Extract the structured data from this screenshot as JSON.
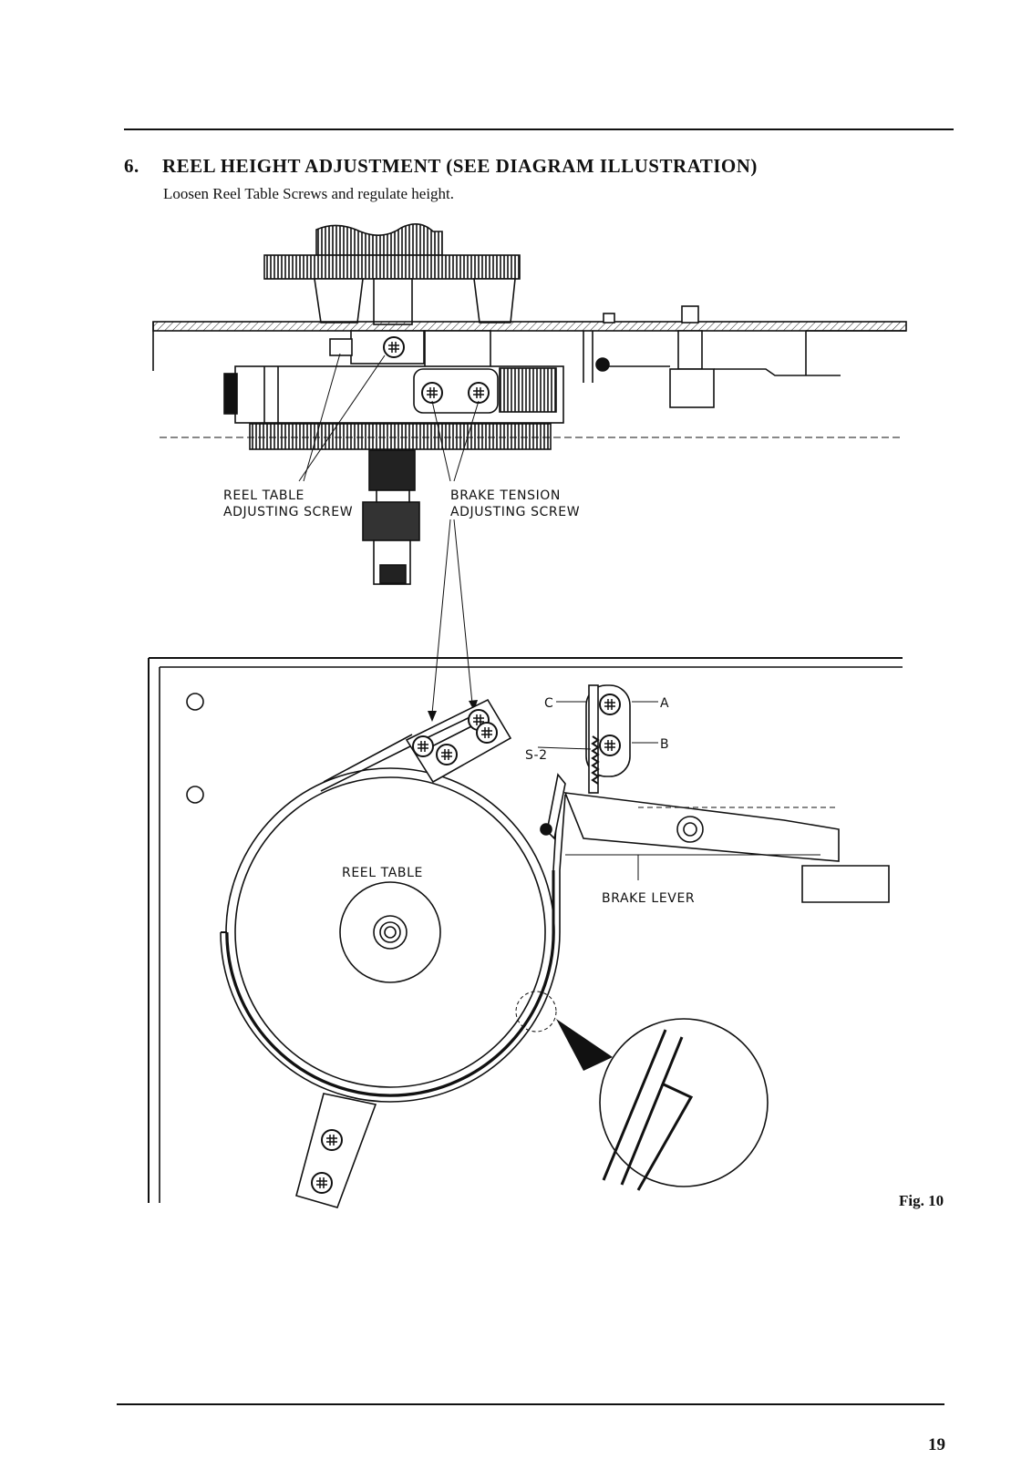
{
  "section": {
    "number": "6.",
    "title": "REEL HEIGHT ADJUSTMENT (SEE DIAGRAM ILLUSTRATION)",
    "instruction": "Loosen Reel Table Screws and regulate height."
  },
  "diagram": {
    "labels": {
      "reel_table_adj_line1": "REEL TABLE",
      "reel_table_adj_line2": "ADJUSTING SCREW",
      "brake_tension_line1": "BRAKE TENSION",
      "brake_tension_line2": "ADJUSTING SCREW",
      "reel_table": "REEL TABLE",
      "brake_lever": "BRAKE LEVER",
      "point_a": "A",
      "point_b": "B",
      "point_c": "C",
      "spring_s2": "S-2"
    }
  },
  "figure_caption": "Fig. 10",
  "page_number": "19"
}
